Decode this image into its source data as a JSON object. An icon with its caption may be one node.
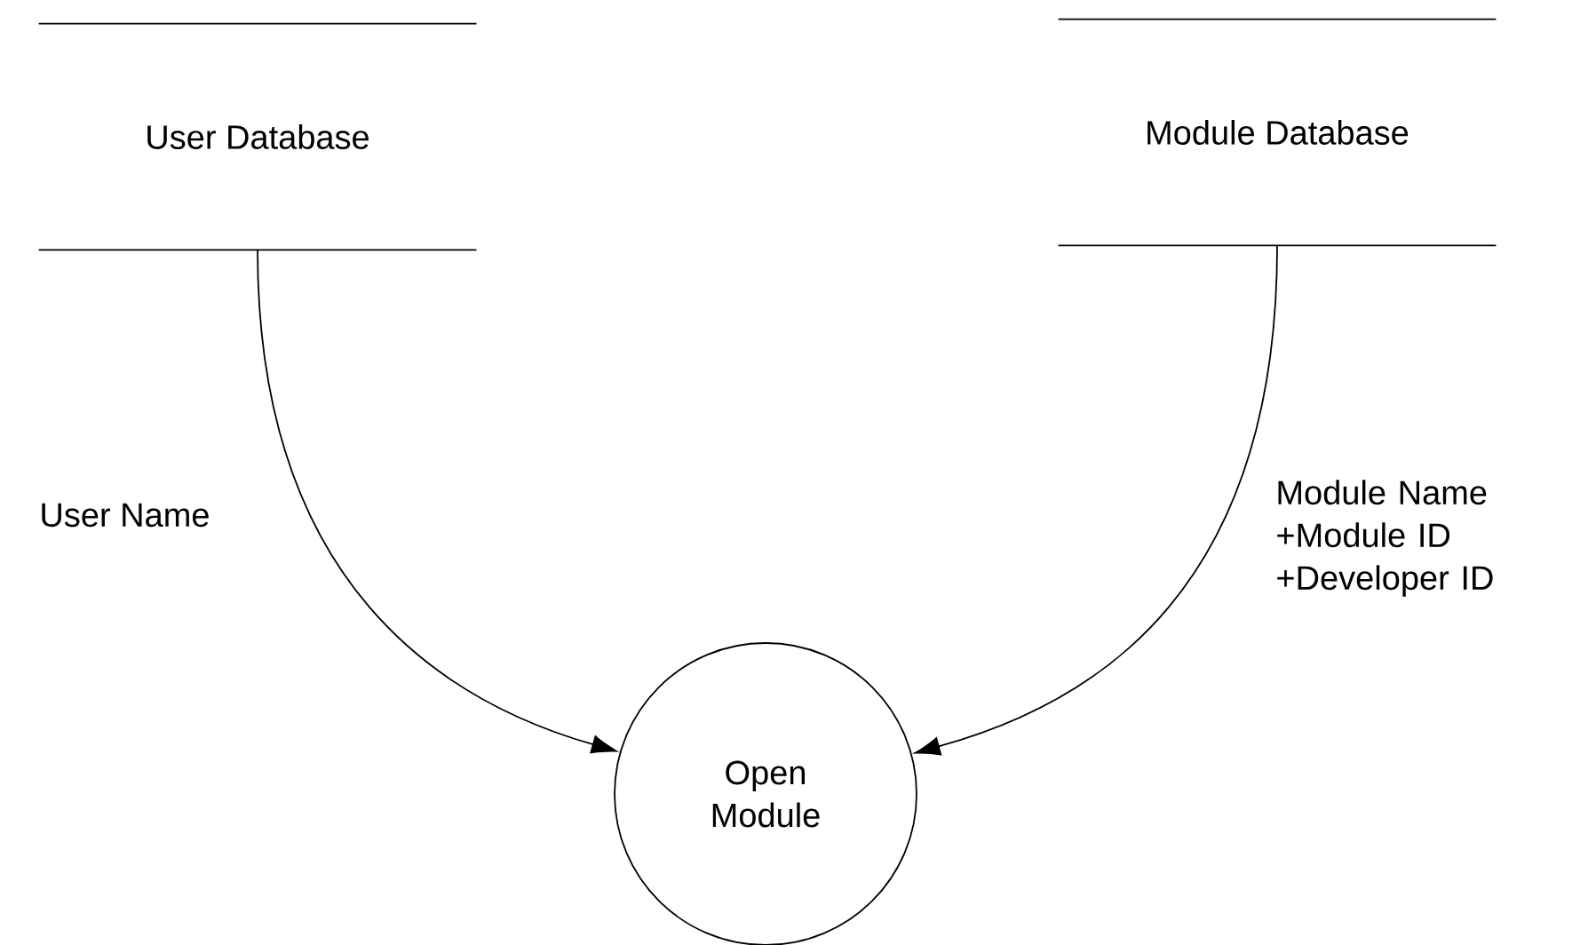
{
  "diagram": {
    "nodes": [
      {
        "text": [
          "User Database"
        ]
      },
      {
        "text": [
          "Module Database"
        ]
      },
      {
        "text": [
          "Open Module"
        ]
      }
    ],
    "edges": [
      {
        "from": 0,
        "to": 2,
        "arrow": "to",
        "label": "User Name"
      },
      {
        "from": 1,
        "to": 2,
        "arrow": "to",
        "label": "Module Name +Module ID +Developer ID"
      }
    ]
  }
}
